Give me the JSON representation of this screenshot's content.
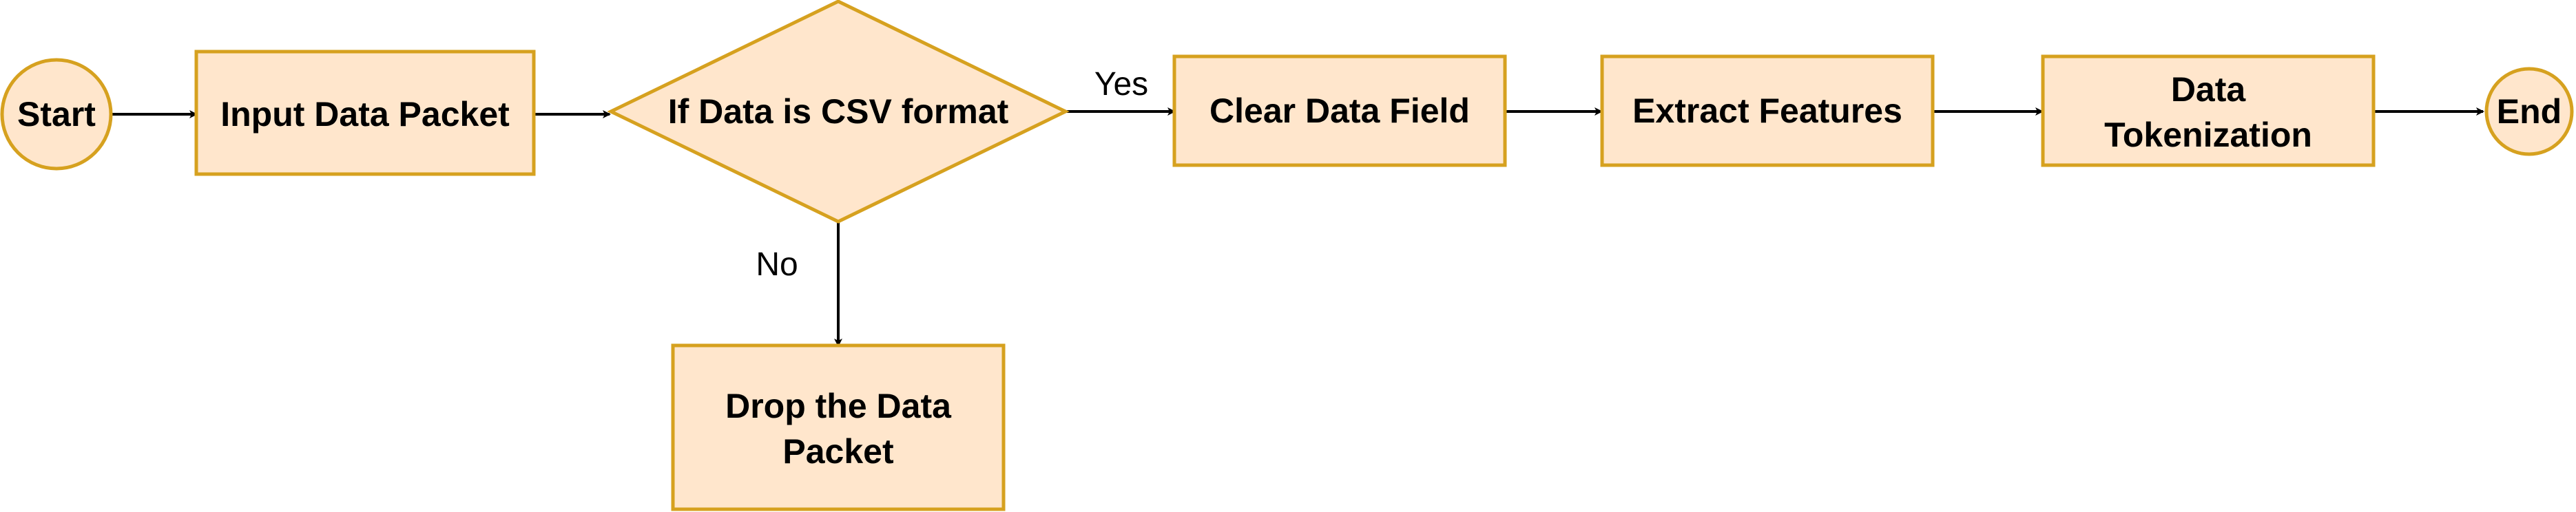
{
  "nodes": {
    "start": "Start",
    "input": "Input Data Packet",
    "decision": "If Data is CSV format",
    "clear": "Clear Data Field",
    "extract": "Extract Features",
    "tokenization": {
      "line1": "Data",
      "line2": "Tokenization"
    },
    "end": "End",
    "drop": {
      "line1": "Drop the Data",
      "line2": "Packet"
    }
  },
  "edges": {
    "yes_label": "Yes",
    "no_label": "No"
  },
  "colors": {
    "node_fill": "#ffe6cc",
    "node_stroke": "#d6a11f",
    "edge": "#000000"
  }
}
